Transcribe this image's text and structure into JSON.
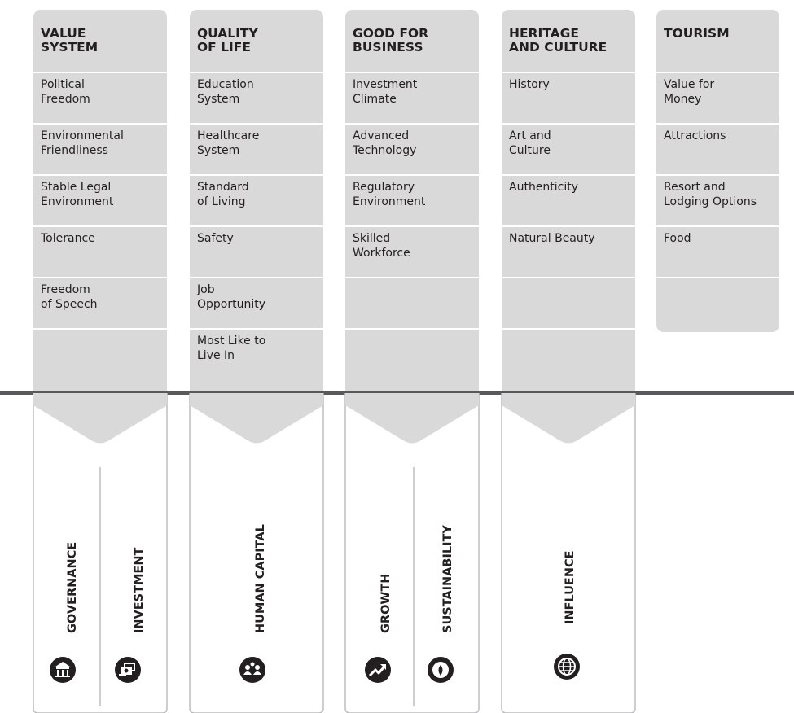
{
  "columns": [
    {
      "title": "VALUE\nSYSTEM",
      "items": [
        "Political\nFreedom",
        "Environmental\nFriendliness",
        "Stable Legal\nEnvironment",
        "Tolerance",
        "Freedom\nof Speech"
      ],
      "outcomes": [
        {
          "label": "GOVERNANCE",
          "icon": "bank-building-icon"
        },
        {
          "label": "INVESTMENT",
          "icon": "investment-icon"
        }
      ]
    },
    {
      "title": "QUALITY\nOF LIFE",
      "items": [
        "Education\nSystem",
        "Healthcare\nSystem",
        "Standard\nof Living",
        "Safety",
        "Job\nOpportunity",
        "Most Like to\nLive In"
      ],
      "outcomes": [
        {
          "label": "HUMAN CAPITAL",
          "icon": "people-icon"
        }
      ]
    },
    {
      "title": "GOOD FOR\nBUSINESS",
      "items": [
        "Investment\nClimate",
        "Advanced\nTechnology",
        "Regulatory\nEnvironment",
        "Skilled\nWorkforce"
      ],
      "outcomes": [
        {
          "label": "GROWTH",
          "icon": "trend-up-icon"
        },
        {
          "label": "SUSTAINABILITY",
          "icon": "leaf-icon"
        }
      ]
    },
    {
      "title": "HERITAGE\nAND CULTURE",
      "items": [
        "History",
        "Art and\nCulture",
        "Authenticity",
        "Natural Beauty"
      ],
      "outcomes": [
        {
          "label": "INFLUENCE",
          "icon": "globe-icon"
        }
      ]
    },
    {
      "title": "TOURISM",
      "items": [
        "Value for\nMoney",
        "Attractions",
        "Resort and\nLodging Options",
        "Food"
      ],
      "outcomes": []
    }
  ],
  "colors": {
    "card": "#d9d9da",
    "text": "#231f20",
    "divider": "#58595b",
    "outline": "#bcbec0",
    "icon": "#231f20"
  }
}
